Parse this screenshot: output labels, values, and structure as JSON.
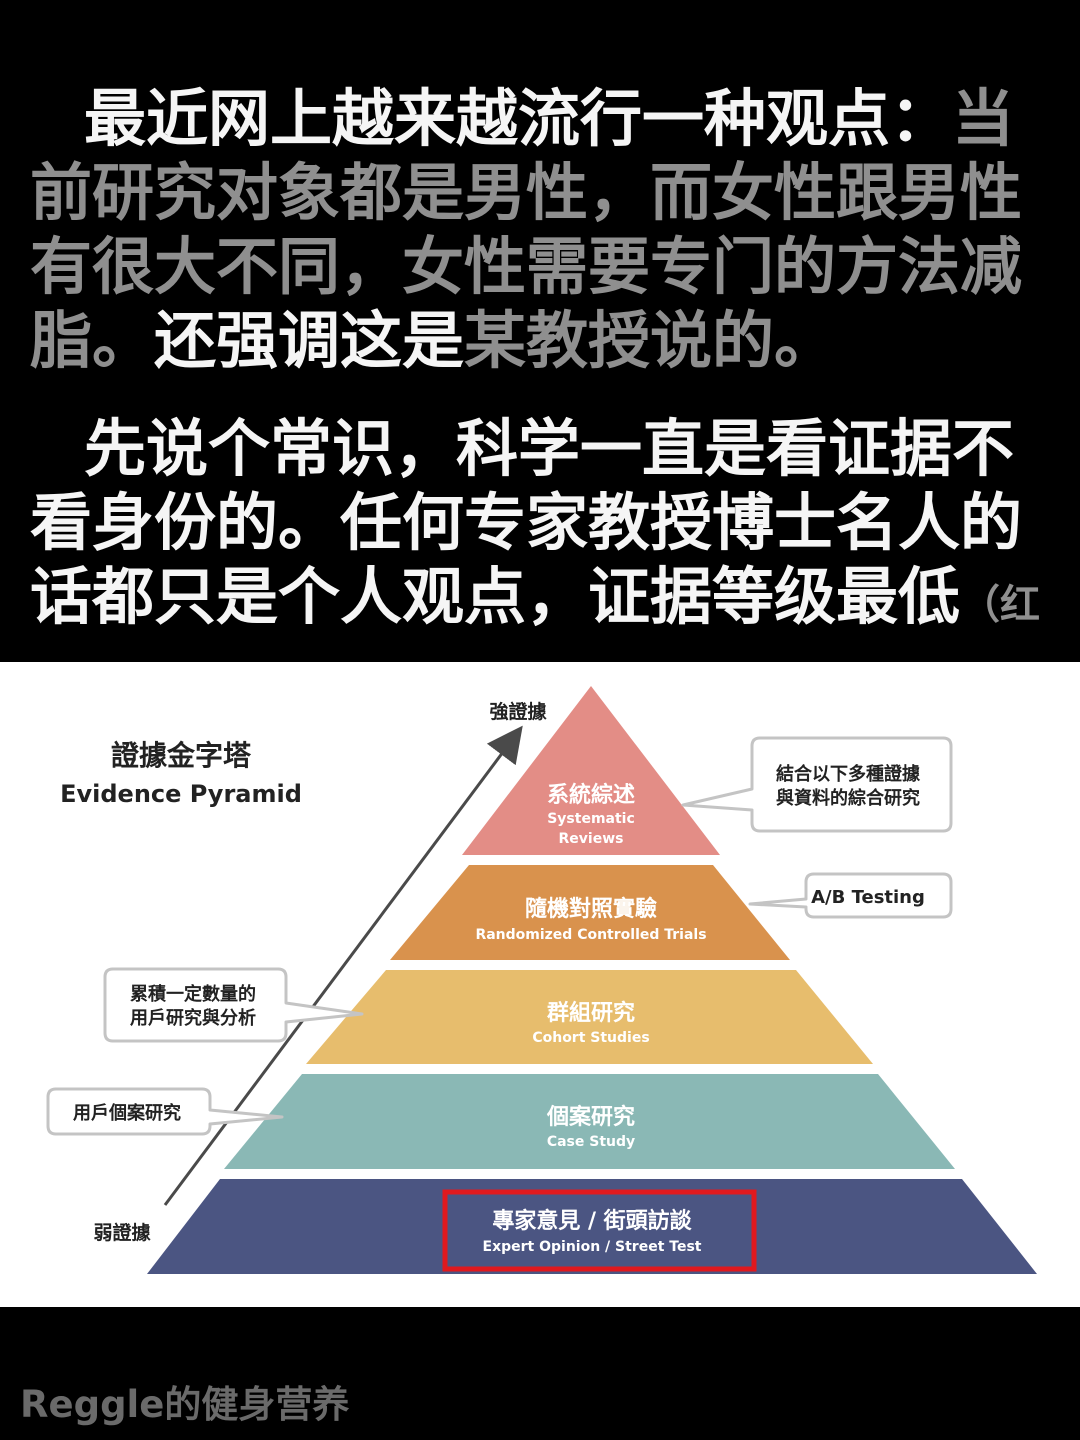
{
  "intro": {
    "p1_white_a": "最近网上越来越流行一种观点：",
    "p1_gray_a": "当前研究对象都是男性，而女性跟男性有很大不同，女性需要专门的方法减脂。",
    "p1_white_b": "还强调这是",
    "p1_gray_b": "某教授说的。",
    "p2_white": "先说个常识，科学一直是看证据不看身份的。任何专家教授博士名人的话都只是个人观点，证据等级最低",
    "p2_note": "（红框）",
    "p2_end": "。"
  },
  "diagram": {
    "title_zh": "證據金字塔",
    "title_en": "Evidence Pyramid",
    "strong_label": "強證據",
    "weak_label": "弱證據",
    "levels": [
      {
        "zh": "系統綜述",
        "en1": "Systematic",
        "en2": "Reviews",
        "color": "#e38d86"
      },
      {
        "zh": "隨機對照實驗",
        "en1": "Randomized Controlled Trials",
        "en2": "",
        "color": "#d9924d"
      },
      {
        "zh": "群組研究",
        "en1": "Cohort Studies",
        "en2": "",
        "color": "#e7bd6d"
      },
      {
        "zh": "個案研究",
        "en1": "Case Study",
        "en2": "",
        "color": "#8ab8b5"
      },
      {
        "zh": "專家意見 / 街頭訪談",
        "en1": "Expert Opinion / Street Test",
        "en2": "",
        "color": "#4b5582"
      }
    ],
    "callouts": {
      "systematic_l1": "結合以下多種證據",
      "systematic_l2": "與資料的綜合研究",
      "rct": "A/B Testing",
      "cohort_l1": "累積一定數量的",
      "cohort_l2": "用戶研究與分析",
      "case": "用戶個案研究"
    },
    "highlight_color": "#e0191e"
  },
  "footer": "Reggle的健身营养"
}
